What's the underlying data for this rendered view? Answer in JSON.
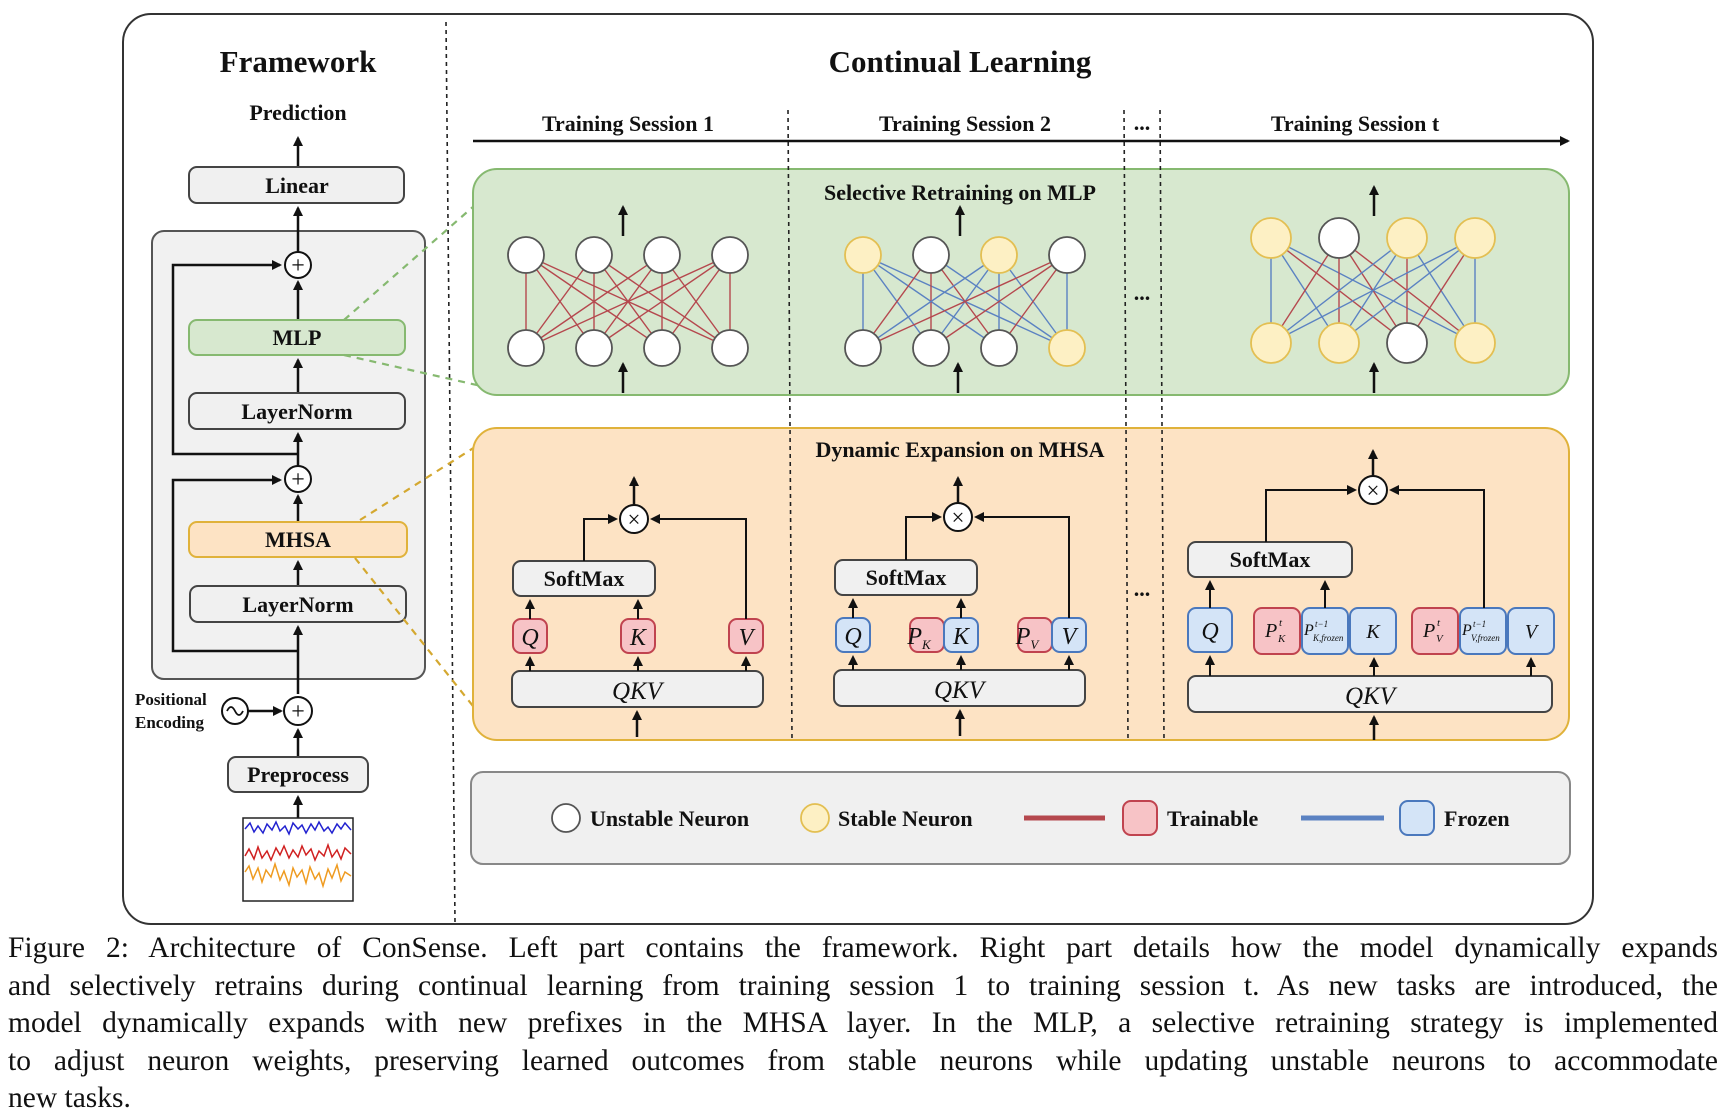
{
  "framework": {
    "title": "Framework",
    "prediction": "Prediction",
    "linear": "Linear",
    "mlp": "MLP",
    "layernorm_top": "LayerNorm",
    "mhsa": "MHSA",
    "layernorm_bottom": "LayerNorm",
    "positional_line1": "Positional",
    "positional_line2": "Encoding",
    "preprocess": "Preprocess"
  },
  "continual": {
    "title": "Continual Learning",
    "session1": "Training Session 1",
    "session2": "Training Session 2",
    "ellipsis": "...",
    "session_t": "Training Session t",
    "mlp_panel_title": "Selective Retraining on MLP",
    "mhsa_panel_title": "Dynamic Expansion on MHSA",
    "softmax": "SoftMax",
    "qkv": "QKV",
    "q": "Q",
    "k": "K",
    "v": "V",
    "pk": "P",
    "pk_sub": "K",
    "pv": "P",
    "pv_sub": "V",
    "pkt_sup": "t",
    "pkt_sub": "K",
    "pkfrozen_sup": "t−1",
    "pkfrozen_sub": "K,frozen",
    "pvt_sup": "t",
    "pvt_sub": "V",
    "pvfrozen_sup": "t−1",
    "pvfrozen_sub": "V,frozen"
  },
  "legend": {
    "unstable": "Unstable Neuron",
    "stable": "Stable Neuron",
    "trainable": "Trainable",
    "frozen": "Frozen"
  },
  "caption": {
    "line1": "Figure 2: Architecture of ConSense. Left part contains the framework. Right part details how the model dynamically expands",
    "line2": "and selectively retrains during continual learning from training session 1 to training session t. As new tasks are introduced, the",
    "line3": "model dynamically expands with new prefixes in the MHSA layer. In the MLP, a selective retraining strategy is implemented",
    "line4": "to adjust neuron weights, preserving learned outcomes from stable neurons while updating unstable neurons to accommodate",
    "line5": "new tasks."
  },
  "colors": {
    "green_panel": "#d7e8cf",
    "green_border": "#86b970",
    "orange_panel": "#fde3c4",
    "orange_border": "#e0b23b",
    "stable_fill": "#fdf0c4",
    "stable_stroke": "#e3bf52",
    "trainable_fill": "#f7c3c6",
    "trainable_stroke": "#c0434f",
    "frozen_fill": "#d4e4f7",
    "frozen_stroke": "#4a78bd",
    "red_line": "#b5484e",
    "blue_line": "#5b82c2"
  }
}
